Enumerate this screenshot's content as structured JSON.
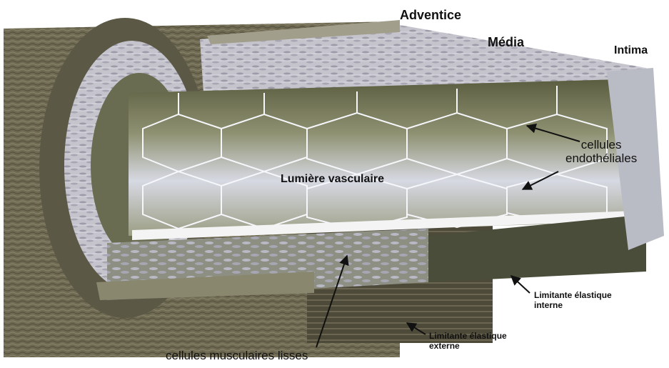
{
  "labels": {
    "adventice": "Adventice",
    "media": "Média",
    "intima": "Intima",
    "endothelial_line1": "cellules",
    "endothelial_line2": "endothéliales",
    "lumen": "Lumière vasculaire",
    "internal_elastic_line1": "Limitante élastique",
    "internal_elastic_line2": "interne",
    "external_elastic_line1": "Limitante élastique",
    "external_elastic_line2": "externe",
    "smooth_muscle": "cellules musculaires lisses"
  },
  "colors": {
    "adventitia": "#6f6a52",
    "media": "#c9c8cf",
    "intima": "#8b8d6c",
    "lumen": "#d9dbe3",
    "endothelium_highlight": "#eef0f8",
    "elastic_lamina": "#f4f4f4",
    "label_text": "#111111"
  },
  "icons": [
    "arrow-endothelial-1",
    "arrow-endothelial-2",
    "arrow-smooth-muscle",
    "arrow-internal-elastic",
    "arrow-external-elastic"
  ]
}
